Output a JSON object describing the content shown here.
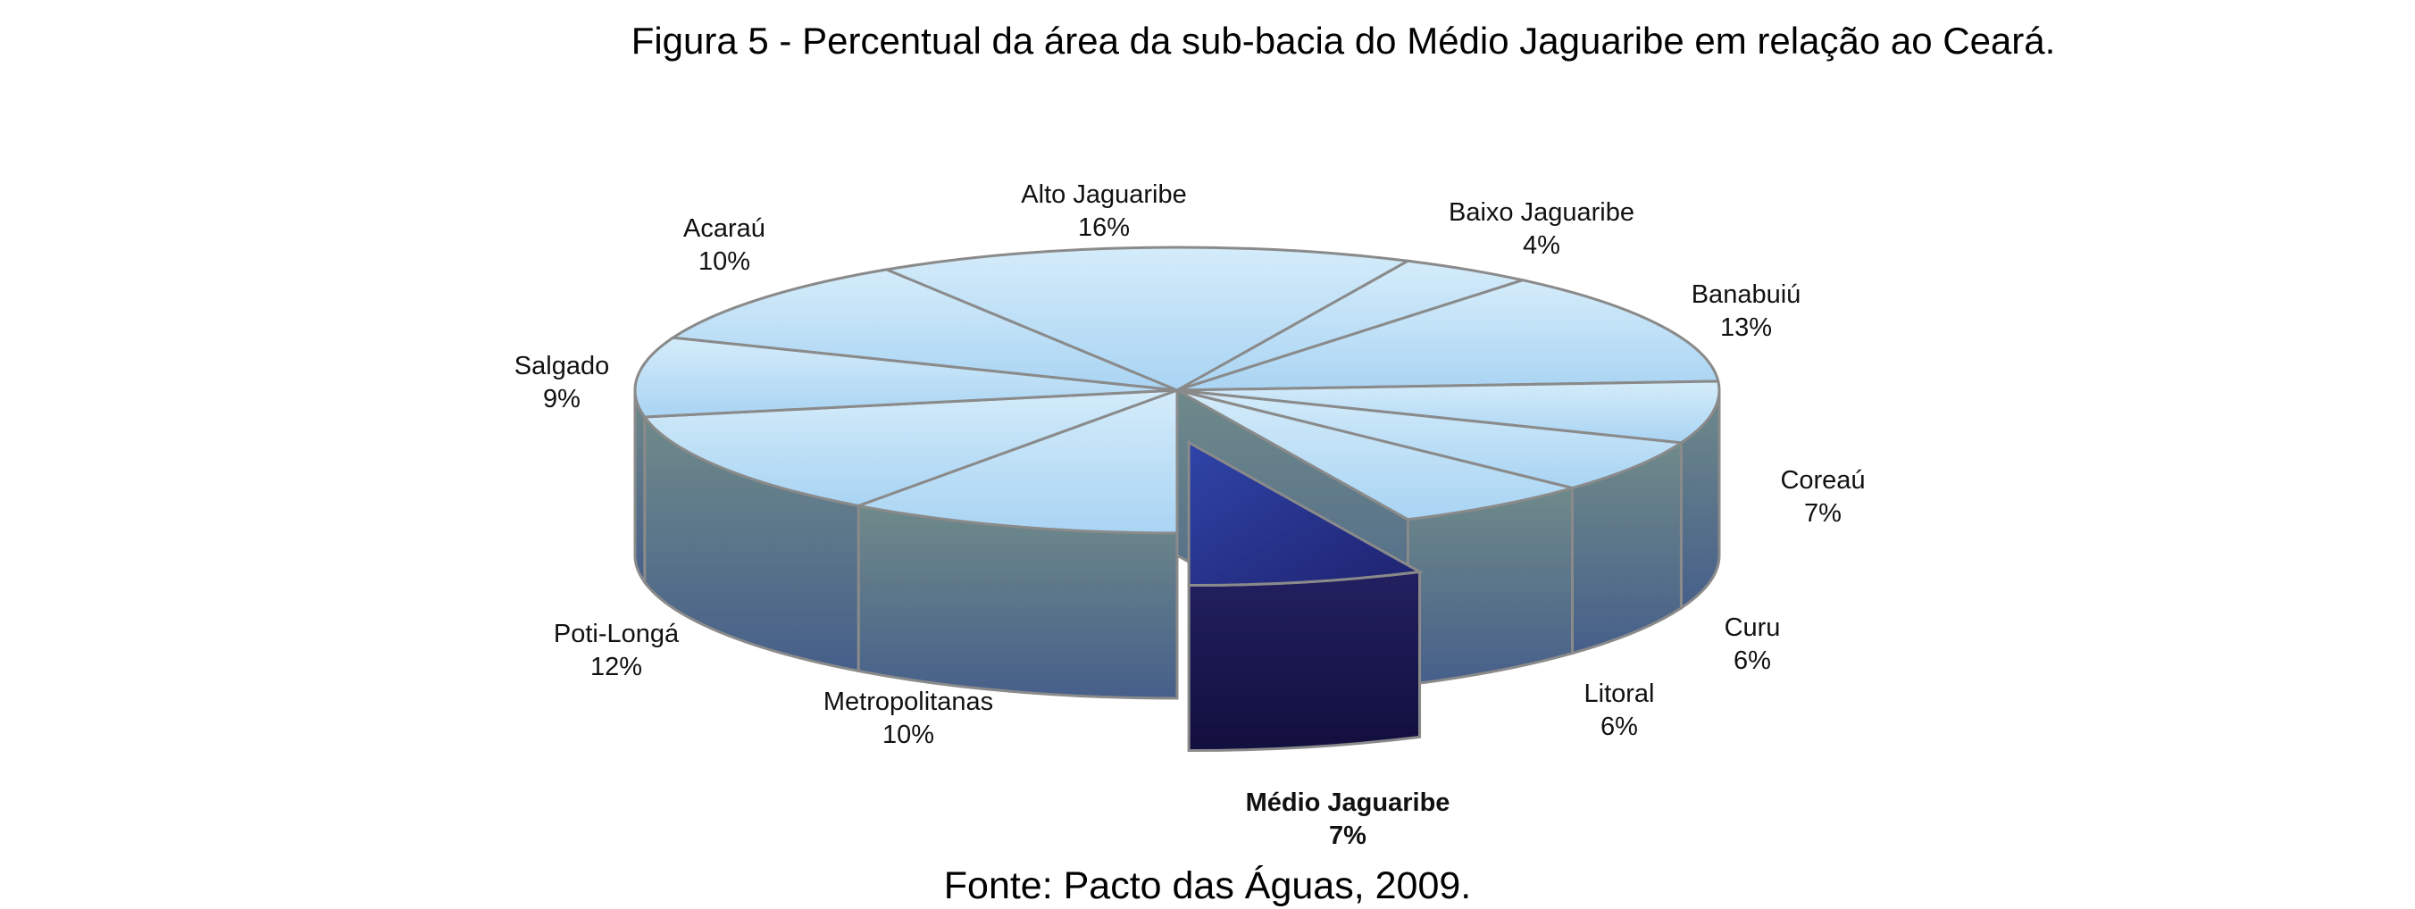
{
  "chart_data": {
    "type": "pie",
    "subtype": "3d-exploded",
    "title": "Figura 5 - Percentual da área da sub-bacia do Médio Jaguaribe em relação ao Ceará.",
    "source": "Fonte: Pacto das Águas, 2009.",
    "unit": "%",
    "slices": [
      {
        "name": "Médio Jaguaribe",
        "value": 7,
        "highlight": true
      },
      {
        "name": "Metropolitanas",
        "value": 10
      },
      {
        "name": "Poti-Longá",
        "value": 12
      },
      {
        "name": "Salgado",
        "value": 9
      },
      {
        "name": "Acaraú",
        "value": 10
      },
      {
        "name": "Alto Jaguaribe",
        "value": 16
      },
      {
        "name": "Baixo Jaguaribe",
        "value": 4
      },
      {
        "name": "Banabuiú",
        "value": 13
      },
      {
        "name": "Coreaú",
        "value": 7
      },
      {
        "name": "Curu",
        "value": 6
      },
      {
        "name": "Litoral",
        "value": 6
      }
    ],
    "colors": {
      "slice_top": "#c3e3f8",
      "slice_side": "#5d7a8f",
      "highlight_top": "#2a3594",
      "highlight_side": "#1a1a55",
      "edge": "#8a8a8a"
    }
  }
}
